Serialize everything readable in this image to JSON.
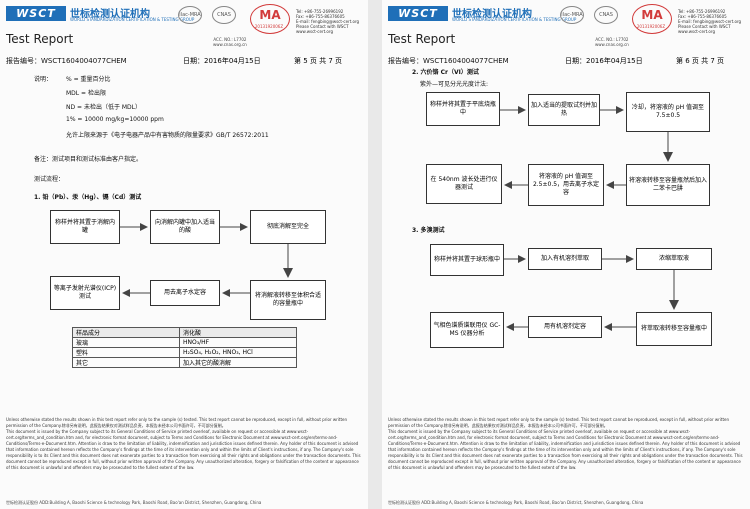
{
  "header": {
    "logo": "WSCT",
    "org_name": "世标检测认证机构",
    "org_en": "WORLD STANDARDIZATION CERTIFICATION & TESTING GROUP",
    "seal1": "ilac-MRA",
    "seal2": "CNAS",
    "ma": "MA",
    "ma_no": "2013192006Z",
    "contact": [
      "Tel: +86-755-26996192",
      "Fax: +86-755-86376605",
      "E-mail: fengbing@wsct-cert.org",
      "Please Contact with WSCT",
      "www.wsct-cert.org"
    ],
    "accreditation": [
      "ACC. NO.: L7702",
      "www.cnas.org.cn"
    ],
    "title": "Test Report"
  },
  "pages": [
    {
      "report_no": "报告编号：WSCT1604004077CHEM",
      "date": "日期：2016年04月15日",
      "page": "第 5 页 共 7 页",
      "notes_label": "说明：",
      "notes": [
        "% = 重量百分比",
        "MDL = 检出限",
        "ND = 未检出（低于 MDL）",
        "1% = 10000 mg/kg=10000 ppm",
        "允许上限来源于《电子电器产品中有害物质的限量要求》GB/T 26572:2011"
      ],
      "remark": "备注：测试项目和测试标准由客户指定。",
      "flow_title": "测试流程：",
      "sec1": "1.  铅（Pb）、汞（Hg）、镉（Cd）测试",
      "boxes": [
        "称样并将其置于消解内罐",
        "向消解内罐中加入适当的酸",
        "彻底消解至完全",
        "将消解液转移至体积合适的容量瓶中",
        "用去离子水定容",
        "等离子发射光谱仪(ICP)测试"
      ],
      "table": [
        [
          "样品成分",
          "消化酸"
        ],
        [
          "玻璃",
          "HNO₃/HF"
        ],
        [
          "塑料",
          "H₂SO₄, H₂O₂, HNO₃, HCl"
        ],
        [
          "其它",
          "加入其它的酸消解"
        ]
      ]
    },
    {
      "report_no": "报告编号：WSCT1604004077CHEM",
      "date": "日期：2016年04月15日",
      "page": "第 6 页 共 7 页",
      "sec2": "2.  六价铬 Cr（VI）测试",
      "sec2_sub": "紫外—可见分光光度计法:",
      "boxes2": [
        "称样并将其置于平底烧瓶中",
        "加入适当的提取试剂并加热",
        "冷却，将溶液的 pH 值调至 7.5±0.5",
        "将溶液转移至容量瓶然后加入二苯卡巴肼",
        "将溶液的 pH 值调至 2.5±0.5，用去离子水定容",
        "在 540nm 波长处进行仪器测试"
      ],
      "sec3": "3.  多溴测试",
      "boxes3": [
        "称样并将其置于球形瓶中",
        "加入有机溶剂萃取",
        "浓缩萃取液",
        "将萃取液转移至容量瓶中",
        "用有机溶剂定容",
        "气相色谱质谱联用仪 GC-MS 仪器分析"
      ]
    }
  ],
  "footer": {
    "text": [
      "Unless otherwise stated the results shown in this test report refer only to the sample (s) tested. This test report cannot be reproduced, except in full, without prior written permission of the Company.除非另有说明，此报告结果仅对测试样品负责，本报告未经本公司书面许可，不可部分复制。",
      "This document is issued by the Company subject to its General Conditions of Service printed overleaf, available on request or accessible at www.wsct-cert.org/terms_and_condition.htm and, for electronic format document, subject to Terms and Conditions for Electronic Document at www.wsct-cert.org/en/terms-and-Conditions/Terms-e-Document.htm. Attention is draw to the limitation of liability, indemnification and jurisdiction issues defined therein. Any holder of this document is advised that information contained hereon reflects the Company's findings at the time of its intervention only and within the limits of Client's instructions, if any. The Company's sole responsibility is to its Client and this document does not exonerate parties to a transaction from exercising all their rights and obligations under the transaction documents. This document cannot be reproduced except in full, without prior written approval of the Company. Any unauthorized alteration, forgery or falsification of the content or appearance of this document is unlawful and offenders may be prosecuted to the fullest extent of the law."
    ],
    "address": "世标检测认证股份 ADD:Building A, Baoshi Science & technology Park, Baoshi Road, Bao'an District, Shenzhen, Guangdong, China"
  }
}
